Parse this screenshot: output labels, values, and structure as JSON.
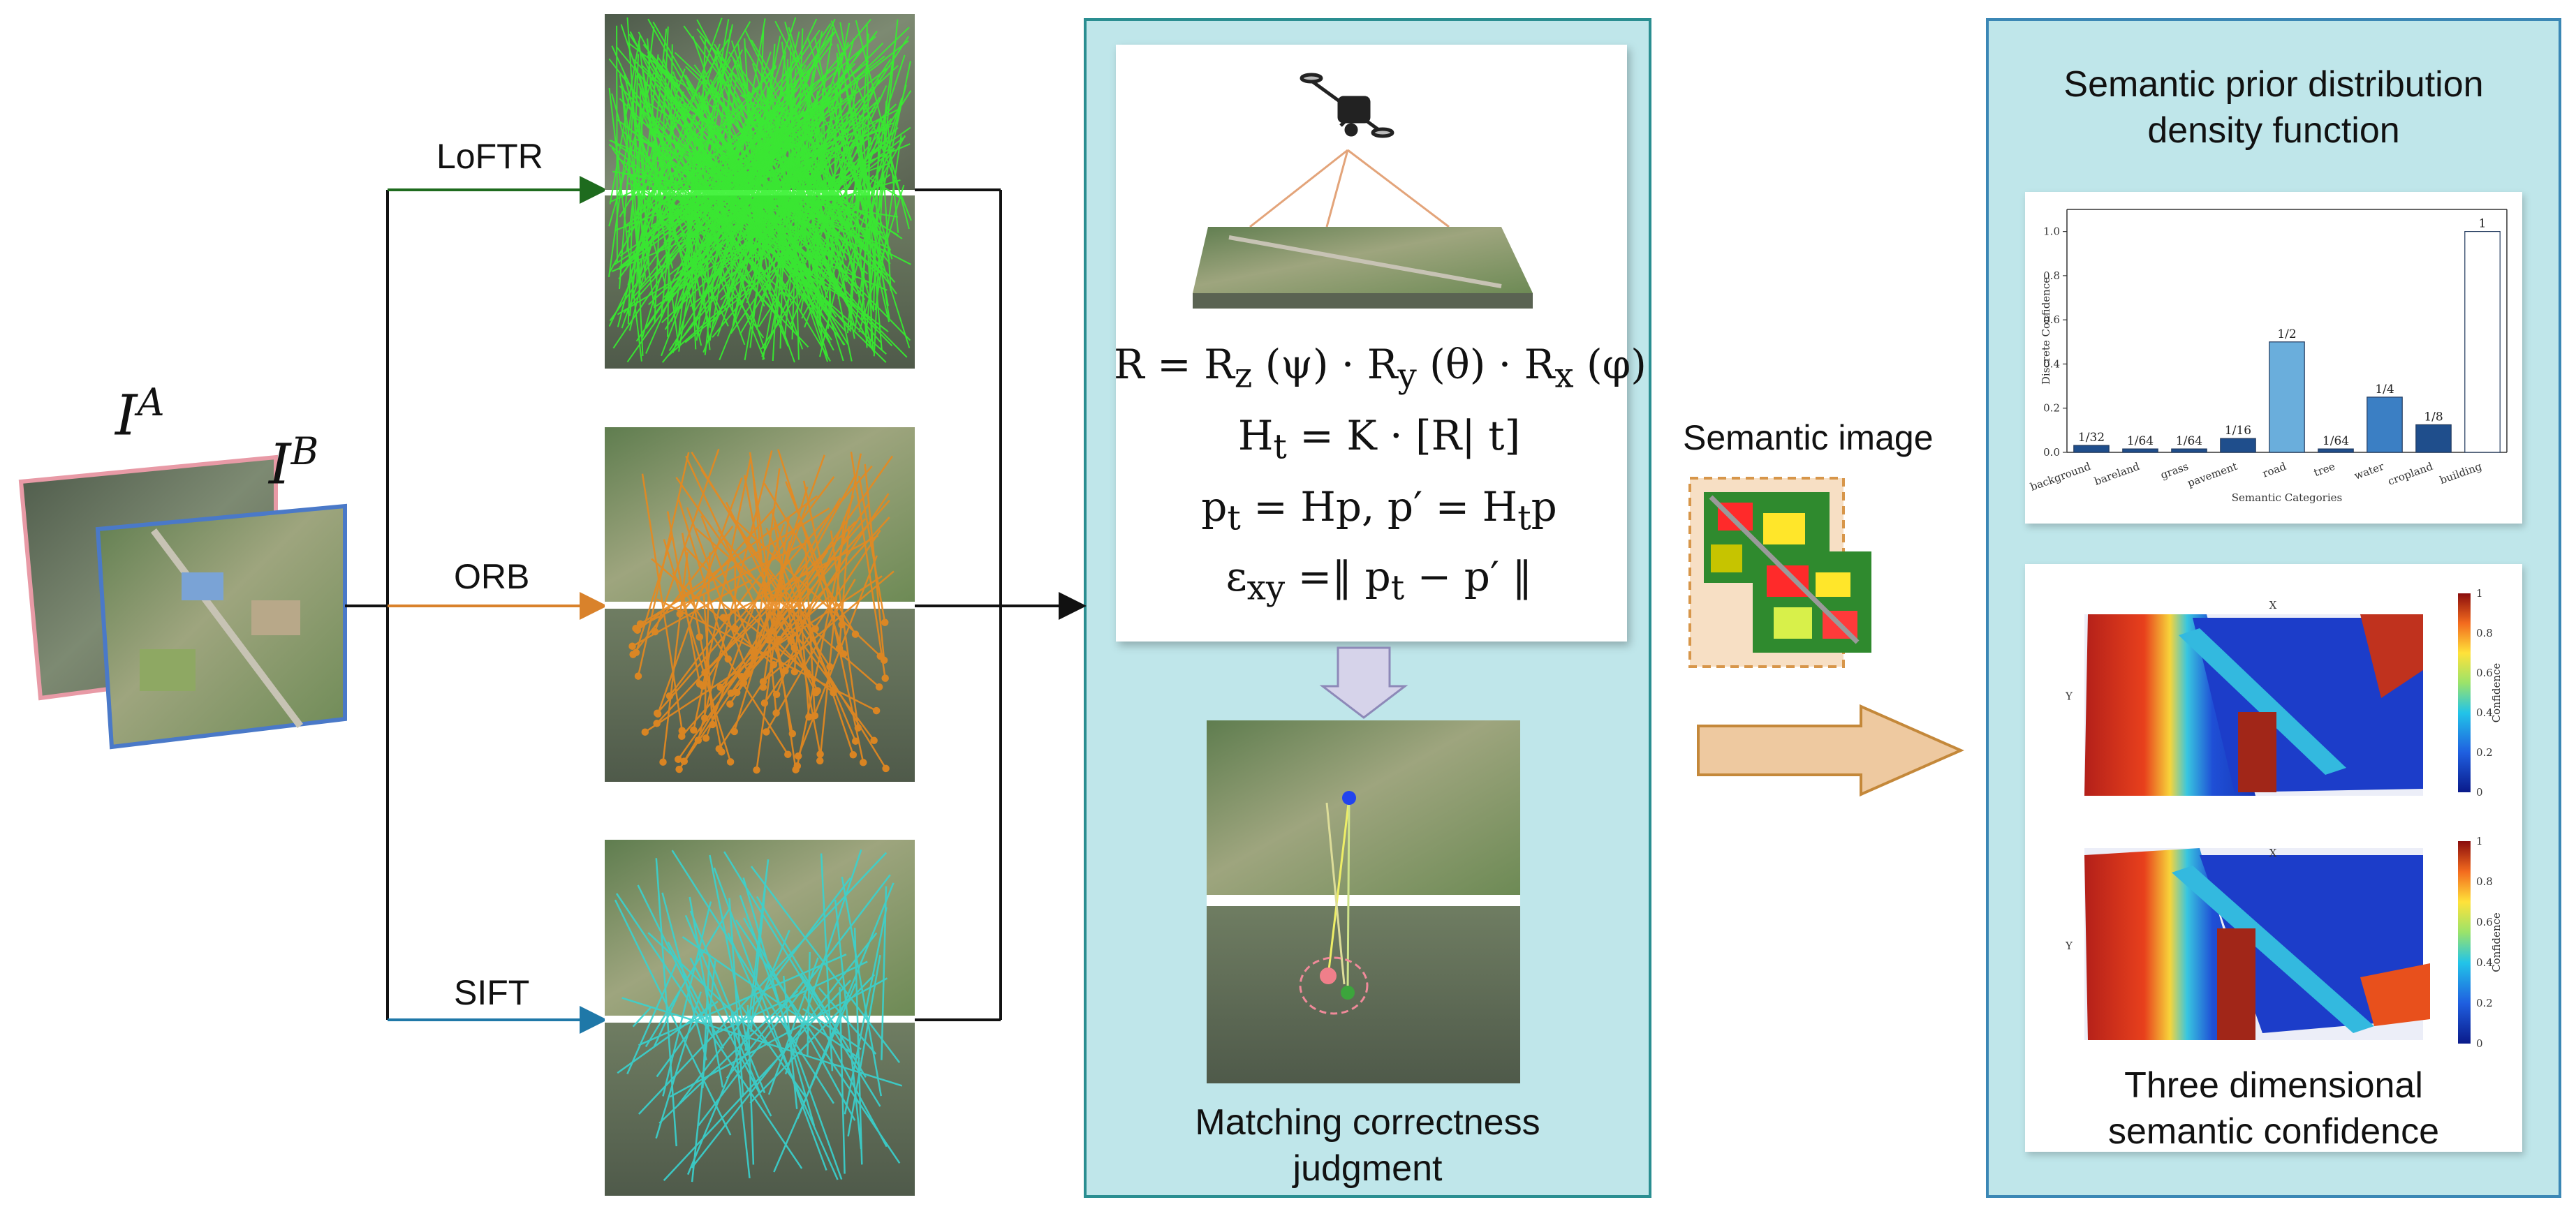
{
  "images": {
    "image_a_label": "I",
    "image_a_sup": "A",
    "image_b_label": "I",
    "image_b_sup": "B"
  },
  "methods": [
    {
      "label": "LoFTR",
      "color": "#1e6b1e"
    },
    {
      "label": "ORB",
      "color": "#d9822b"
    },
    {
      "label": "SIFT",
      "color": "#1f78a8"
    }
  ],
  "pose_panel": {
    "equations": [
      "R = R_z(ψ)·R_y(θ)·R_x(φ)",
      "H_t = K·[R|t]",
      "p_t = Hp, p' = H_t p",
      "ε_xy = ‖p_t − p'‖"
    ],
    "caption_line1": "Matching correctness",
    "caption_line2": "judgment"
  },
  "semantic_image_label": "Semantic image",
  "right_panel": {
    "title_line1": "Semantic prior distribution",
    "title_line2": "density function",
    "caption_line1": "Three dimensional",
    "caption_line2": "semantic confidence"
  },
  "chart_data": {
    "type": "bar",
    "categories": [
      "background",
      "bareland",
      "grass",
      "pavement",
      "road",
      "tree",
      "water",
      "cropland",
      "building"
    ],
    "values": [
      0.03125,
      0.015625,
      0.015625,
      0.0625,
      0.5,
      0.015625,
      0.25,
      0.125,
      1.0
    ],
    "value_labels": [
      "1/32",
      "1/64",
      "1/64",
      "1/16",
      "1/2",
      "1/64",
      "1/4",
      "1/8",
      "1"
    ],
    "colors": [
      "#1f4e8c",
      "#1f4e8c",
      "#1f4e8c",
      "#1f4e8c",
      "#6aaedc",
      "#1f4e8c",
      "#3b7fc4",
      "#1f4e8c",
      "#ffffff"
    ],
    "xlabel": "Semantic Categories",
    "ylabel": "Discrete Confidence",
    "ylim": [
      0,
      1.1
    ],
    "yticks": [
      0.0,
      0.2,
      0.4,
      0.6,
      0.8,
      1.0
    ]
  },
  "surface_plots": {
    "colorbar_label": "Confidence",
    "colorbar_ticks": [
      "0",
      "0.2",
      "0.4",
      "0.6",
      "0.8",
      "1"
    ],
    "axis_x": "X",
    "axis_y": "Y"
  }
}
